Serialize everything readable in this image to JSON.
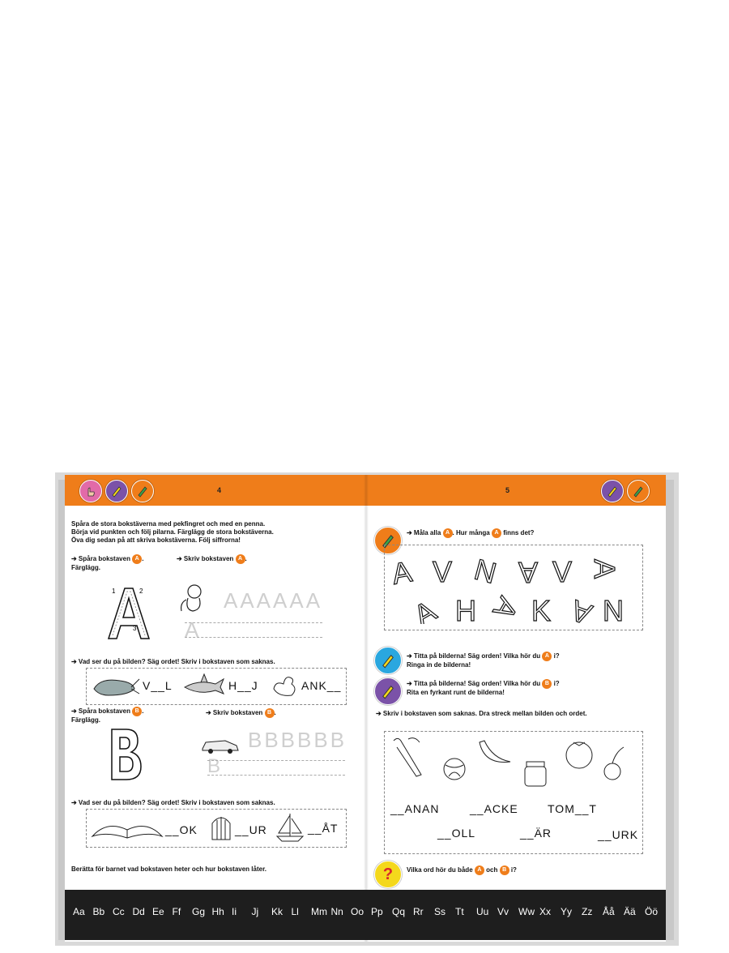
{
  "left_page": {
    "page_number": "4",
    "intro": [
      "Spåra de stora bokstäverna med pekfingret och med en penna.",
      "Börja vid punkten och följ pilarna. Färglägg de stora bokstäverna.",
      "Öva dig sedan på att skriva bokstäverna. Följ siffrorna!"
    ],
    "trace_a": {
      "prefix": "➔ Spåra bokstaven",
      "letter": "A",
      "suffix": ".",
      "second": "Färglägg."
    },
    "write_a": {
      "prefix": "➔ Skriv bokstaven",
      "letter": "A",
      "suffix": "."
    },
    "big_letter_a": "A",
    "practice_a": "AAAAAA",
    "practice_a_start": "A",
    "question_a": "➔ Vad ser du på bilden? Säg ordet! Skriv i bokstaven som saknas.",
    "words_a": [
      "V__L",
      "H__J",
      "ANK__"
    ],
    "trace_b": {
      "prefix": "➔ Spåra bokstaven",
      "letter": "B",
      "suffix": ".",
      "second": "Färglägg."
    },
    "write_b": {
      "prefix": "➔ Skriv bokstaven",
      "letter": "B",
      "suffix": "."
    },
    "big_letter_b": "B",
    "practice_b": "BBBBBB",
    "practice_b_start": "B",
    "question_b": "➔ Vad ser du på bilden? Säg ordet! Skriv i bokstaven som saknas.",
    "words_b": [
      "__OK",
      "__UR",
      "__ÅT"
    ],
    "footer": "Berätta för barnet vad bokstaven heter och hur bokstaven låter."
  },
  "right_page": {
    "page_number": "5",
    "task1": {
      "prefix": "➔ Måla alla",
      "letter": "A",
      "middle": ". Hur många",
      "suffix": "finns det?"
    },
    "letter_row1": [
      "A",
      "V",
      "N",
      "A",
      "V",
      "A"
    ],
    "letter_row2": [
      "A",
      "H",
      "A",
      "K",
      "A",
      "N"
    ],
    "task2": {
      "prefix": "➔ Titta på bilderna! Säg orden! Vilka hör du",
      "letter": "A",
      "suffix": "i?",
      "second": "Ringa in de bilderna!"
    },
    "task3": {
      "prefix": "➔ Titta på bilderna! Säg orden! Vilka hör du",
      "letter": "B",
      "suffix": "i?",
      "second": "Rita en fyrkant runt de bilderna!"
    },
    "task4": "➔ Skriv i bokstaven som saknas. Dra streck mellan bilden och ordet.",
    "words_row1": [
      "__ANAN",
      "__ACKE",
      "TOM__T"
    ],
    "words_row2": [
      "__OLL",
      "__ÄR",
      "__URK"
    ],
    "task5": {
      "prefix": "Vilka ord hör du både",
      "letter_a": "A",
      "middle": "och",
      "letter_b": "B",
      "suffix": "i?"
    }
  },
  "alphabet_left": [
    "Aa",
    "Bb",
    "Cc",
    "Dd",
    "Ee",
    "Ff",
    "Gg",
    "Hh",
    "Ii",
    "Jj",
    "Kk",
    "Ll",
    "Mm",
    "Nn",
    "Oo"
  ],
  "alphabet_right": [
    "Pp",
    "Qq",
    "Rr",
    "Ss",
    "Tt",
    "Uu",
    "Vv",
    "Ww",
    "Xx",
    "Yy",
    "Zz",
    "Åå",
    "Ää",
    "Öö"
  ],
  "colors": {
    "orange": "#ef7d1a",
    "purple": "#7b52a8",
    "pink": "#e26aa8",
    "cyan": "#2aa7df",
    "green": "#3aa64a",
    "yellow": "#f4d81c",
    "dark": "#1e1e1e"
  }
}
